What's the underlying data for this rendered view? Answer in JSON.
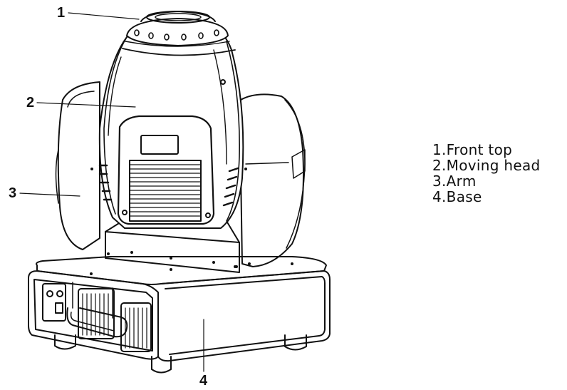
{
  "callouts": [
    {
      "number": "1"
    },
    {
      "number": "2"
    },
    {
      "number": "3"
    },
    {
      "number": "4"
    }
  ],
  "legend": [
    {
      "text": "1.Front top"
    },
    {
      "text": "2.Moving head"
    },
    {
      "text": "3.Arm"
    },
    {
      "text": "4.Base"
    }
  ],
  "colors": {
    "line": "#111111",
    "background": "#ffffff"
  }
}
